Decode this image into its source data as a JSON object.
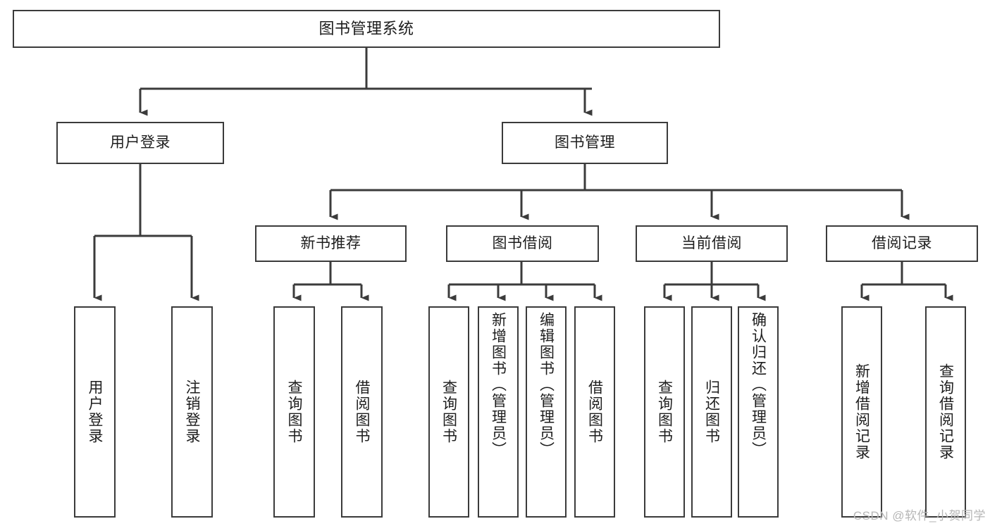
{
  "diagram": {
    "type": "tree-hierarchy",
    "title": "图书管理系统",
    "watermark": "CSDN @软件_小贺同学",
    "colors": {
      "background": "#ffffff",
      "box_fill": "#ffffff",
      "box_border": "#3b3b3b",
      "connector": "#3b3b3b",
      "text": "#1d1d1d",
      "watermark": "#b6b6b6"
    },
    "root": {
      "label": "图书管理系统"
    },
    "level2": [
      {
        "id": "user-login",
        "label": "用户登录"
      },
      {
        "id": "book-management",
        "label": "图书管理"
      }
    ],
    "level3": [
      {
        "id": "new-book-recommend",
        "label": "新书推荐",
        "parent": "book-management"
      },
      {
        "id": "book-borrow",
        "label": "图书借阅",
        "parent": "book-management"
      },
      {
        "id": "current-borrow",
        "label": "当前借阅",
        "parent": "book-management"
      },
      {
        "id": "borrow-record",
        "label": "借阅记录",
        "parent": "book-management"
      }
    ],
    "leaves": [
      {
        "id": "leaf-user-login",
        "label": "用户登录",
        "parent": "user-login"
      },
      {
        "id": "leaf-logout",
        "label": "注销登录",
        "parent": "user-login"
      },
      {
        "id": "leaf-query-book-1",
        "label": "查询图书",
        "parent": "new-book-recommend"
      },
      {
        "id": "leaf-borrow-book-1",
        "label": "借阅图书",
        "parent": "new-book-recommend"
      },
      {
        "id": "leaf-query-book-2",
        "label": "查询图书",
        "parent": "book-borrow"
      },
      {
        "id": "leaf-add-book",
        "label": "新增图书（管理员）",
        "parent": "book-borrow"
      },
      {
        "id": "leaf-edit-book",
        "label": "编辑图书（管理员）",
        "parent": "book-borrow"
      },
      {
        "id": "leaf-borrow-book-2",
        "label": "借阅图书",
        "parent": "book-borrow"
      },
      {
        "id": "leaf-query-book-3",
        "label": "查询图书",
        "parent": "current-borrow"
      },
      {
        "id": "leaf-return-book",
        "label": "归还图书",
        "parent": "current-borrow"
      },
      {
        "id": "leaf-confirm-return",
        "label": "确认归还（管理员）",
        "parent": "current-borrow"
      },
      {
        "id": "leaf-add-record",
        "label": "新增借阅记录",
        "parent": "borrow-record"
      },
      {
        "id": "leaf-query-record",
        "label": "查询借阅记录",
        "parent": "borrow-record"
      }
    ]
  }
}
